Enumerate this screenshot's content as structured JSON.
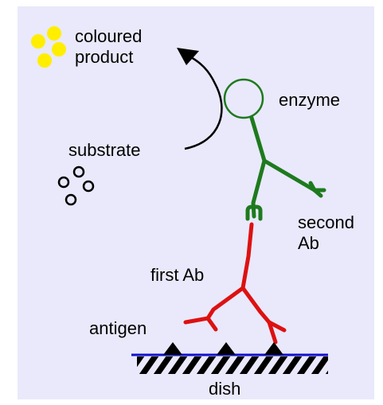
{
  "labels": {
    "coloured": "coloured",
    "product": "product",
    "enzyme": "enzyme",
    "substrate": "substrate",
    "second": "second",
    "ab": "Ab",
    "first_ab": "first Ab",
    "antigen": "antigen",
    "dish": "dish"
  },
  "colors": {
    "background": "#e9e9fb",
    "second_antibody": "#1e7a1e",
    "first_antibody": "#dd1111",
    "product_dots": "#ffee00",
    "dish_line": "#1111cc",
    "outline": "#000000"
  }
}
